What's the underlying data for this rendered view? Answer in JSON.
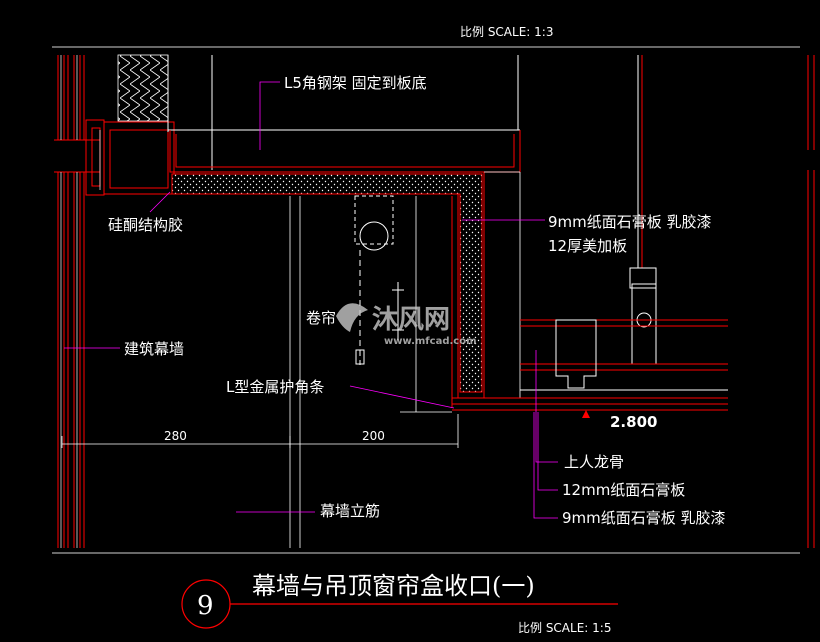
{
  "scale_top": "比例 SCALE: 1:3",
  "scale_bottom": "比例 SCALE: 1:5",
  "labels": {
    "angle_steel": "L5角钢架 固定到板底",
    "silicone": "硅酮结构胶",
    "gypsum_9mm_top": "9mm纸面石膏板 乳胶漆",
    "board_12mm": "12厚美加板",
    "curtain": "卷帘",
    "building_curtain_wall": "建筑幕墙",
    "l_corner": "L型金属护角条",
    "keel": "上人龙骨",
    "gypsum_12mm": "12mm纸面石膏板",
    "gypsum_9mm_bottom": "9mm纸面石膏板 乳胶漆",
    "mullion": "幕墙立筋"
  },
  "dimensions": {
    "d1": "280",
    "d2": "200"
  },
  "elevation": "2.800",
  "title": "幕墙与吊顶窗帘盒收口(一)",
  "detail_number": "9",
  "watermark": {
    "brand": "沐风网",
    "url": "www.mfcad.com"
  },
  "colors": {
    "line_red": "#ff0000",
    "leader_magenta": "#ff00ff",
    "bg": "#000000"
  }
}
